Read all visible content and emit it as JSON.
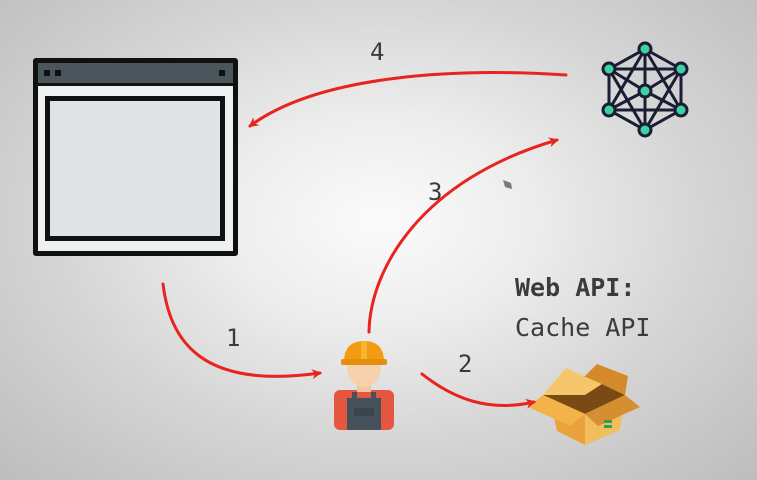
{
  "steps": [
    {
      "id": "1",
      "label": "1"
    },
    {
      "id": "2",
      "label": "2"
    },
    {
      "id": "3",
      "label": "3"
    },
    {
      "id": "4",
      "label": "4"
    }
  ],
  "api": {
    "heading": "Web API:",
    "name": "Cache API"
  },
  "nodes": {
    "browser": {
      "icon": "browser-window-icon"
    },
    "service_worker": {
      "icon": "construction-worker-icon"
    },
    "network": {
      "icon": "network-graph-icon"
    },
    "cache": {
      "icon": "open-box-icon"
    }
  },
  "colors": {
    "arrow": "#e8241f",
    "window_frame": "#111111",
    "window_titlebar": "#4a555c",
    "window_body": "#eef1f2",
    "network_node": "#3fd1a6",
    "network_edge": "#1a1d33",
    "box": "#e9a23c",
    "worker_helmet": "#f39c12",
    "worker_shirt": "#e5573f",
    "worker_overalls": "#46525b"
  }
}
